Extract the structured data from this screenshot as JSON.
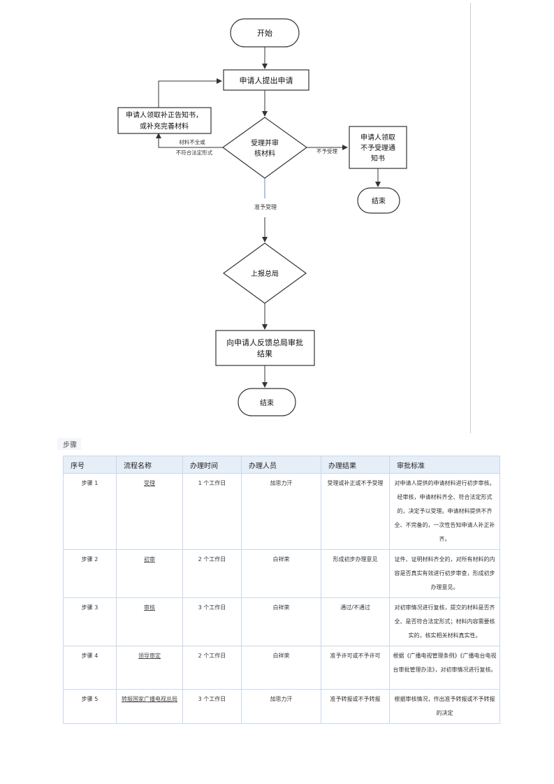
{
  "flowchart": {
    "start": "开始",
    "submit": "申请人提出申请",
    "correct_line1": "申请人领取补正告知书，",
    "correct_line2": "或补充完善材料",
    "review_line1": "受理并审",
    "review_line2": "核材料",
    "incomplete_line1": "材料不全或",
    "incomplete_line2": "不符合法定形式",
    "reject_edge": "不予受理",
    "reject_line1": "申请人领取",
    "reject_line2": "不予受理通",
    "reject_line3": "知书",
    "end_right": "结束",
    "accept_edge": "准予受理",
    "report": "上报总局",
    "feedback_line1": "向申请人反馈总局审批",
    "feedback_line2": "结果",
    "end_bottom": "结束"
  },
  "section_label": "步骤",
  "table": {
    "headers": [
      "序号",
      "流程名称",
      "办理时间",
      "办理人员",
      "办理结果",
      "审批标准"
    ],
    "rows": [
      {
        "step": "步骤 1",
        "name": "受理",
        "time": "1 个工作日",
        "person": "加思力汗",
        "result": "受理或补正或不予受理",
        "standard": "对申请人提供的申请材料进行初步审核。经审核，申请材料齐全、符合法定形式的，决定予以受理。申请材料提供不齐全、不完备的，一次性告知申请人补正补齐。"
      },
      {
        "step": "步骤 2",
        "name": "初审",
        "time": "2 个工作日",
        "person": "白祥荣",
        "result": "形成初步办理意见",
        "standard": "证件、证明材料齐全的，对所有材料的内容是否真实有效进行初步审查，形成初步办理意见。"
      },
      {
        "step": "步骤 3",
        "name": "审核",
        "time": "3 个工作日",
        "person": "白祥荣",
        "result": "通过/不通过",
        "standard": "对初审情况进行复核，提交的材料是否齐全、是否符合法定形式；材料内容需要核实的，核实相关材料真实性。"
      },
      {
        "step": "步骤 4",
        "name": "领导审定",
        "time": "2 个工作日",
        "person": "白祥荣",
        "result": "准予许可或不予许可",
        "standard": "根据《广播电视管理条例》《广播电台电视台审批管理办法》，对初审情况进行复核。"
      },
      {
        "step": "步骤 5",
        "name": "转报国家广播电视总局",
        "time": "3 个工作日",
        "person": "加思力汗",
        "result": "准予转报或不予转报",
        "standard": "根据审核情况，作出准予转报或不予转报的决定"
      }
    ]
  }
}
